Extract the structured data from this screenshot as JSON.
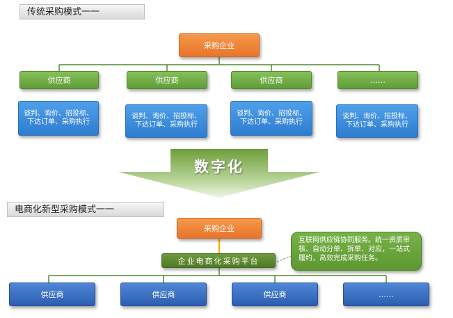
{
  "traditional": {
    "label": "传统采购模式一一",
    "buyer": "采购企业",
    "suppliers": [
      {
        "name": "供应商",
        "tasks": "谈判、询价、招投标、下达订单、采购执行"
      },
      {
        "name": "供应商",
        "tasks": "谈判、询价、招投标、下达订单、采购执行"
      },
      {
        "name": "供应商",
        "tasks": "谈判、询价、招投标、下达订单、采购执行"
      },
      {
        "name": "……",
        "tasks": "谈判、询价、招投标、下达订单、采购执行"
      }
    ]
  },
  "transition": {
    "label": "数字化"
  },
  "ecommerce": {
    "label": "电商化新型采购模式一一",
    "buyer": "采购企业",
    "platform": "企业电商化采购平台",
    "note": "互联网供应链协同服务。统一资质审核、自动分单、拆单、对应，一站式履约，高效完成采购任务。",
    "suppliers": [
      "供应商",
      "供应商",
      "供应商",
      "……"
    ]
  },
  "colors": {
    "buyer": "#e8742a",
    "supplier_top": "#5f9d36",
    "task": "#2f7cd0",
    "supplier_bottom": "#2c5eb0",
    "platform": "#4f7a26",
    "connector": "#f0b400"
  }
}
